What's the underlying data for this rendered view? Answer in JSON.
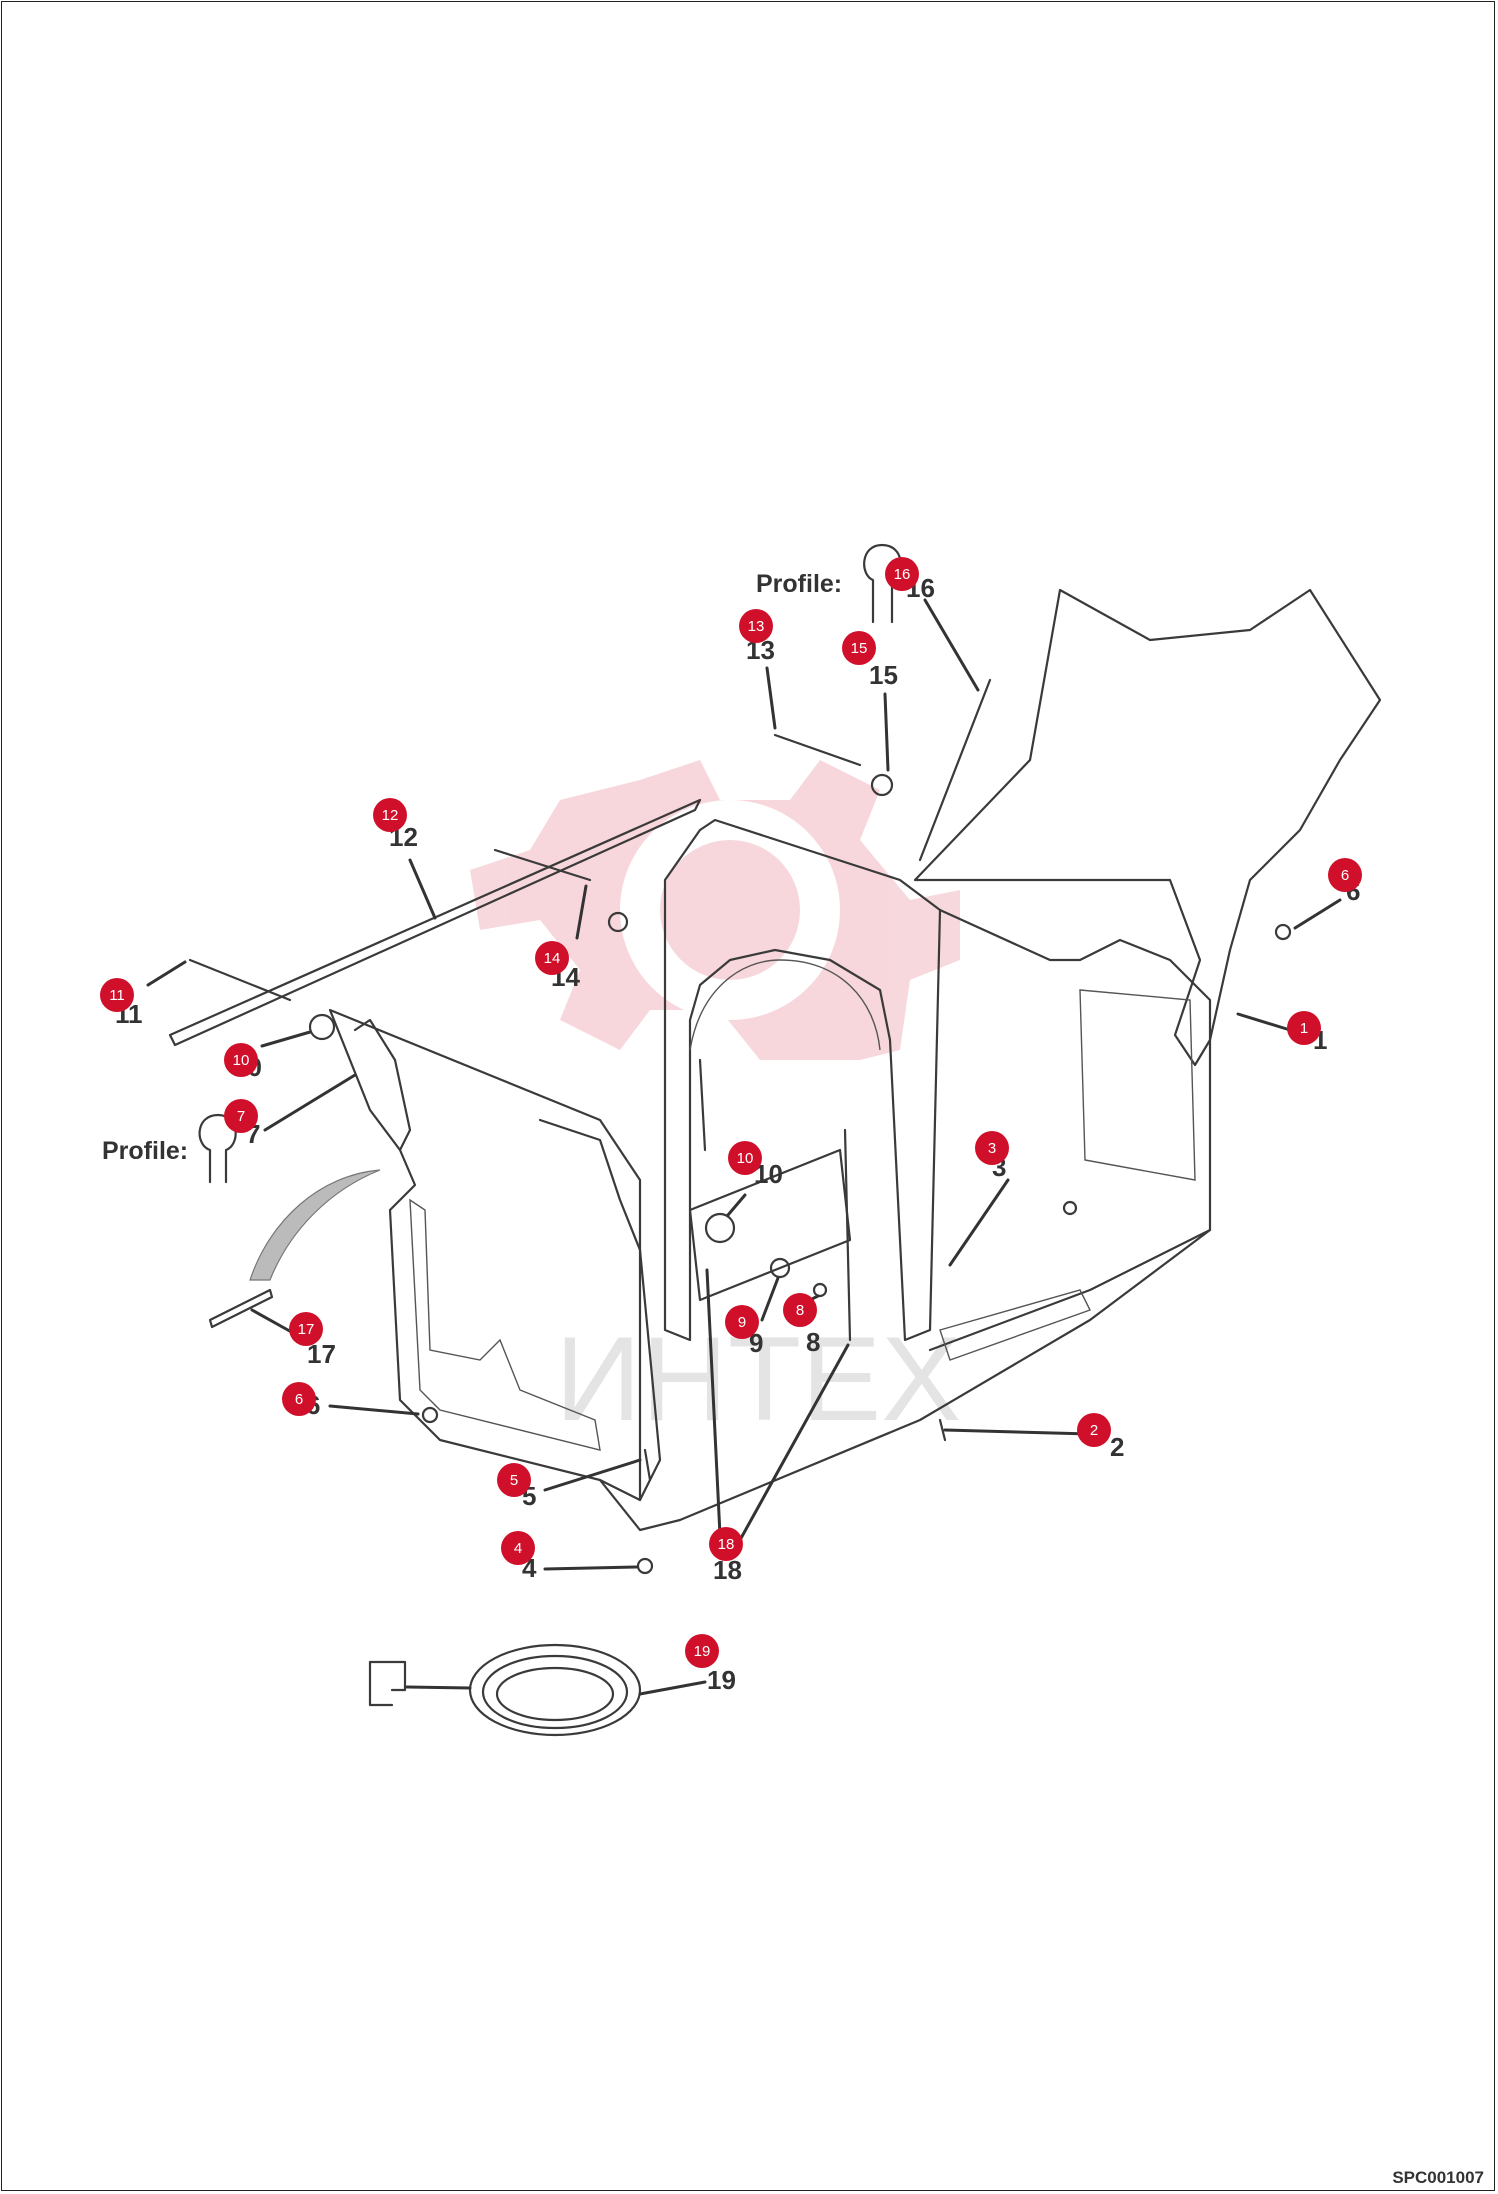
{
  "diagram": {
    "profile_label": "Profile:",
    "drawing_code": "SPC001007",
    "watermark_text": "ИНТЕХ",
    "accent_color": "#d0102a",
    "callouts": [
      {
        "id": "1",
        "num": "1"
      },
      {
        "id": "2",
        "num": "2"
      },
      {
        "id": "3",
        "num": "3"
      },
      {
        "id": "4",
        "num": "4"
      },
      {
        "id": "5",
        "num": "5"
      },
      {
        "id": "6a",
        "num": "6"
      },
      {
        "id": "6b",
        "num": "6"
      },
      {
        "id": "7",
        "num": "7"
      },
      {
        "id": "8",
        "num": "8"
      },
      {
        "id": "9",
        "num": "9"
      },
      {
        "id": "10a",
        "num": "10"
      },
      {
        "id": "10b",
        "num": "10"
      },
      {
        "id": "11",
        "num": "11"
      },
      {
        "id": "12",
        "num": "12"
      },
      {
        "id": "13",
        "num": "13"
      },
      {
        "id": "14",
        "num": "14"
      },
      {
        "id": "15",
        "num": "15"
      },
      {
        "id": "16",
        "num": "16"
      },
      {
        "id": "17",
        "num": "17"
      },
      {
        "id": "18",
        "num": "18"
      },
      {
        "id": "19",
        "num": "19"
      }
    ]
  }
}
